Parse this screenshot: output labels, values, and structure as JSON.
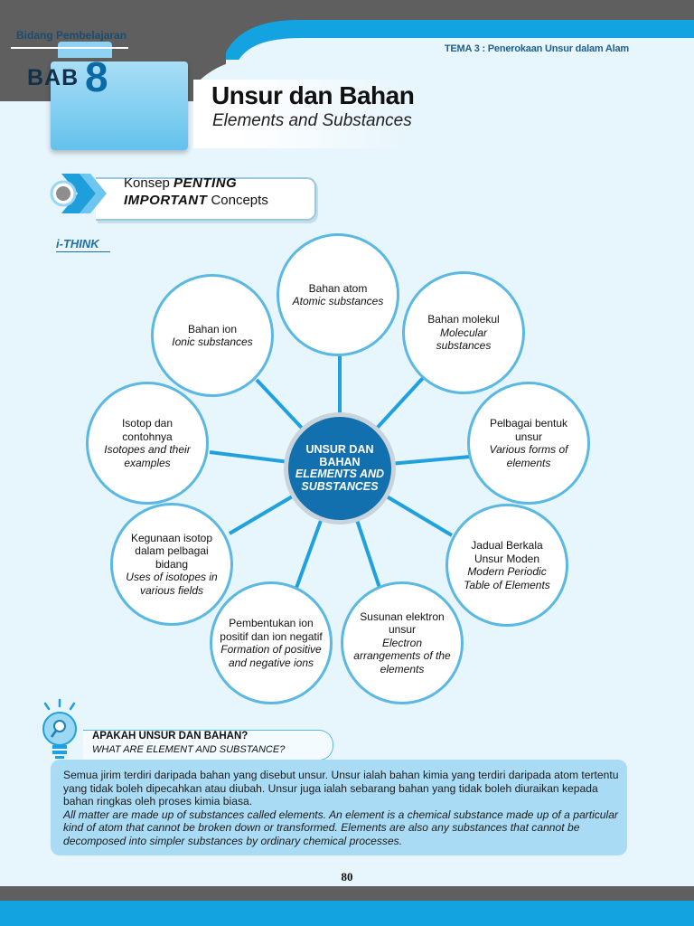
{
  "header": {
    "tema": "TEMA 3 : Penerokaan Unsur dalam Alam",
    "bidang": "Bidang Pembelajaran",
    "bab_word": "BAB",
    "bab_number": "8",
    "title": "Unsur dan Bahan",
    "subtitle": "Elements and Substances"
  },
  "konsep": {
    "line1_plain": "Konsep ",
    "line1_bold": "PENTING",
    "line2_bold": "IMPORTANT",
    "line2_plain": " Concepts"
  },
  "ithink": "i-THINK",
  "diagram": {
    "center": {
      "ms": "UNSUR DAN BAHAN",
      "en": "ELEMENTS AND SUBSTANCES"
    },
    "nodes": [
      {
        "ms": "Bahan atom",
        "en": "Atomic substances"
      },
      {
        "ms": "Bahan molekul",
        "en": "Molecular substances"
      },
      {
        "ms": "Pelbagai bentuk unsur",
        "en": "Various forms of elements"
      },
      {
        "ms": "Jadual Berkala Unsur Moden",
        "en": "Modern Periodic Table of Elements"
      },
      {
        "ms": "Susunan elektron unsur",
        "en": "Electron arrangements of the elements"
      },
      {
        "ms": "Pembentukan ion positif dan ion negatif",
        "en": "Formation of positive and negative ions"
      },
      {
        "ms": "Kegunaan isotop dalam pelbagai bidang",
        "en": "Uses of isotopes in various fields"
      },
      {
        "ms": "Isotop dan contohnya",
        "en": "Isotopes and their examples"
      },
      {
        "ms": "Bahan ion",
        "en": "Ionic substances"
      }
    ]
  },
  "section": {
    "question_ms": "APAKAH UNSUR DAN BAHAN?",
    "question_en": "WHAT ARE ELEMENT AND SUBSTANCE?",
    "para_ms": "Semua jirim terdiri daripada bahan yang disebut unsur. Unsur ialah bahan kimia yang terdiri daripada atom tertentu yang tidak boleh dipecahkan atau diubah. Unsur juga ialah sebarang bahan yang tidak boleh diuraikan kepada bahan ringkas oleh proses kimia biasa.",
    "para_en": "All matter are made up of substances called elements. An element is a chemical substance made up of a particular kind of atom that cannot be broken down or transformed. Elements are also any substances that cannot be decomposed into simpler substances by ordinary chemical processes."
  },
  "page_number": "80",
  "colors": {
    "accent": "#13a3e1",
    "dark_blue": "#1170ad",
    "bubble_border": "#5ab8e2",
    "page_bg": "#e7f5fc"
  }
}
